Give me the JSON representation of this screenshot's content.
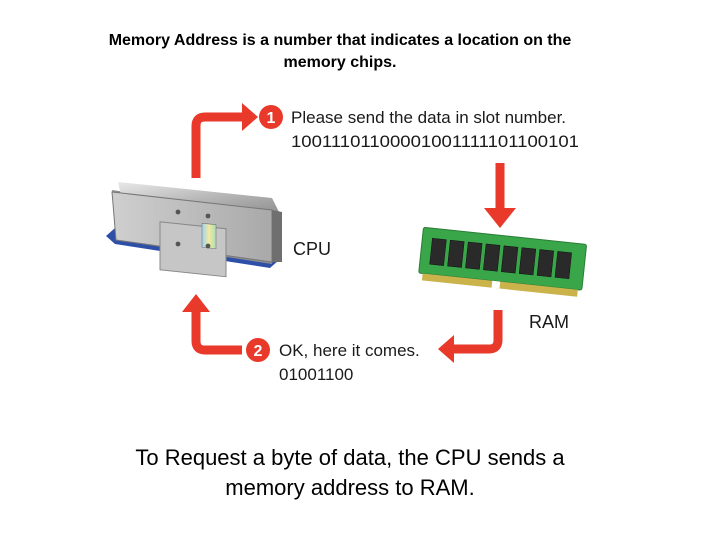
{
  "title": {
    "line1": "Memory Address is a number that indicates a location on the",
    "line2": "memory chips."
  },
  "diagram": {
    "step1": {
      "number": "1",
      "message": "Please send the data in slot number.",
      "address": "10011101100001001111101100101"
    },
    "step2": {
      "number": "2",
      "message": "OK, here it comes.",
      "data": "01001100"
    },
    "cpu_label": "CPU",
    "ram_label": "RAM",
    "colors": {
      "arrow": "#e8392a",
      "pcb": "#3aa64a",
      "cpu_pins": "#2d4fa8",
      "badge": "#e8392a"
    }
  },
  "caption": {
    "line1": "To Request a byte of data, the CPU sends a",
    "line2": "memory address to RAM."
  }
}
